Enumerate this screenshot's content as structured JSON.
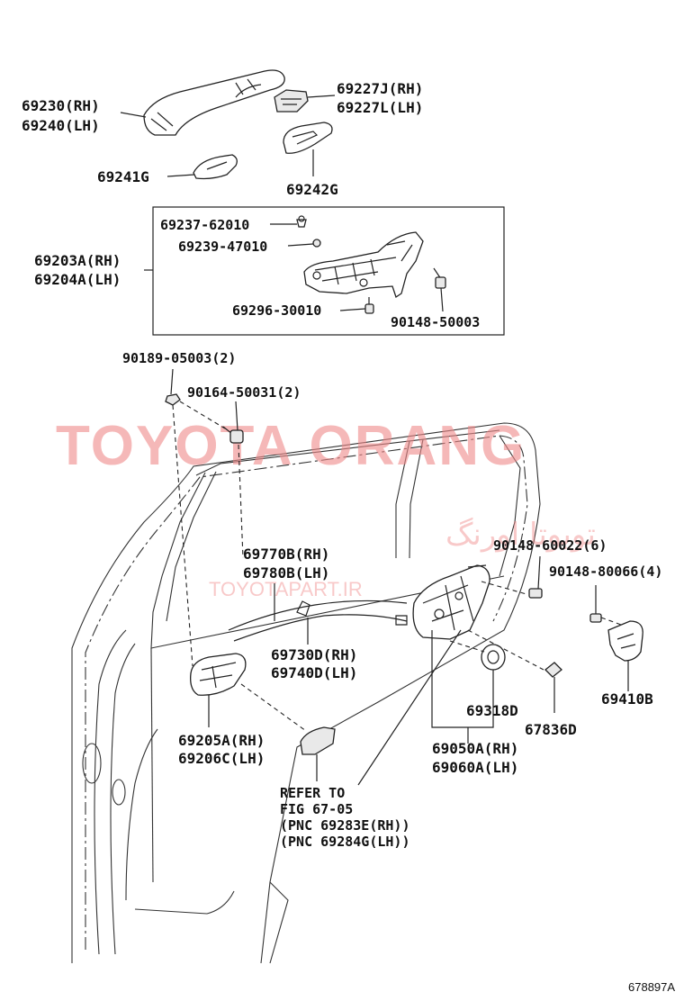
{
  "labels": {
    "outer_handle": [
      "69230(RH)",
      "69240(LH)"
    ],
    "cover_rh_lh": [
      "69227J(RH)",
      "69227L(LH)"
    ],
    "pad_69241g": "69241G",
    "pad_69242g": "69242G",
    "frame": [
      "69203A(RH)",
      "69204A(LH)"
    ],
    "screw_69237": "69237-62010",
    "screw_69239": "69239-47010",
    "screw_69296": "69296-30010",
    "bolt_90148_50003": "90148-50003",
    "clip_90189": "90189-05003(2)",
    "screw_90164": "90164-50031(2)",
    "cable_outer": [
      "69770B(RH)",
      "69780B(LH)"
    ],
    "cable_inner": [
      "69730D(RH)",
      "69740D(LH)"
    ],
    "inner_handle": [
      "69205A(RH)",
      "69206C(LH)"
    ],
    "screw_90148_60022": "90148-60022(6)",
    "screw_90148_80066": "90148-80066(4)",
    "striker": "69410B",
    "seal": "69318D",
    "grommet": "67836D",
    "lock": [
      "69050A(RH)",
      "69060A(LH)"
    ],
    "refer": [
      "REFER TO",
      "FIG 67-05",
      "(PNC 69283E(RH))",
      "(PNC 69284G(LH))"
    ]
  },
  "watermark": {
    "brand": "TOYOTA ORANG",
    "persian": "تویوتا اورنگ",
    "url": "TOYOTAPART.IR"
  },
  "figure_id": "678897A",
  "colors": {
    "line": "#222222",
    "watermark": "#f08a8a",
    "background": "#ffffff"
  }
}
